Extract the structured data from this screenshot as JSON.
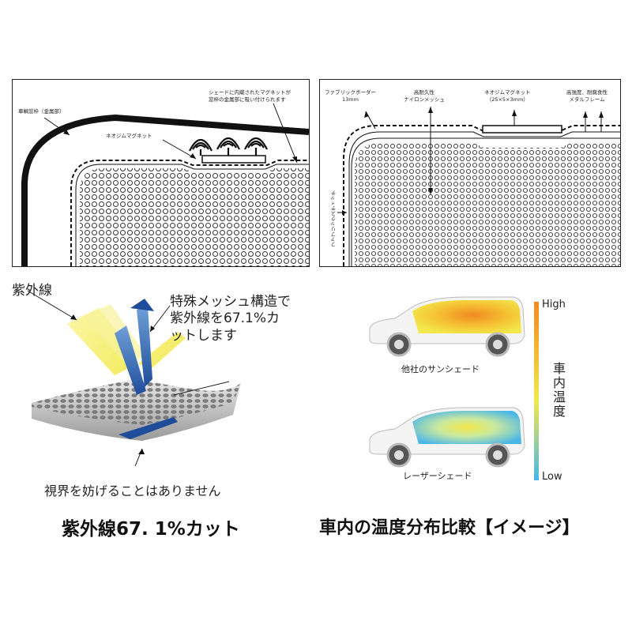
{
  "panel_left": {
    "label_frame": "車輌窓枠（金属部）",
    "label_magnet": "ネオジムマグネット",
    "label_builtin_line1": "シェードに内蔵されたマグネットが",
    "label_builtin_line2": "窓枠の金属部に吸い付けられます"
  },
  "panel_right": {
    "label_border_line1": "ファブリックボーダー",
    "label_border_line2": "13mm",
    "label_nylon_line1": "高耐久性",
    "label_nylon_line2": "ナイロンメッシュ",
    "label_neo_line1": "ネオジムマグネット",
    "label_neo_line2": "（25×5×3mm）",
    "label_frame_line1": "高強度、耐腐食性",
    "label_frame_line2": "メタルフレーム",
    "label_stitch": "ファブリックスティッチ"
  },
  "uv": {
    "label_uv": "紫外線",
    "cut_line1": "特殊メッシュ構造で",
    "cut_line2": "紫外線を67.1%カ",
    "cut_line3": "ットします",
    "view_text": "視界を妨げることはありません",
    "title": "紫外線67. 1%カット"
  },
  "temp": {
    "label_other": "他社のサンシェード",
    "label_laser": "レーザーシェード",
    "legend_high": "High",
    "legend_low": "Low",
    "legend_title": "車内温度",
    "title": "車内の温度分布比較【イメージ】"
  },
  "colors": {
    "accent_yellow": "#f2e84a",
    "accent_blue": "#1f5aa8",
    "hot_orange": "#f08a20",
    "cool_blue": "#49b6e8"
  }
}
